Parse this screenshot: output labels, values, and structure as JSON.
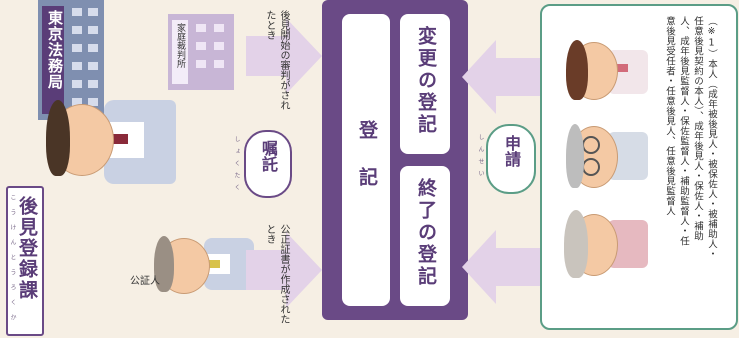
{
  "title": {
    "text": "後見登録課",
    "ruby": "こうけんとうろくか"
  },
  "bureau": {
    "label": "東京法務局"
  },
  "court": {
    "label": "家庭裁判所"
  },
  "triggers": {
    "court_decision": "後見開始の審判がされたとき",
    "notary_deed": "公正証書が作成されたとき"
  },
  "notary": {
    "label": "公証人"
  },
  "commission": {
    "label": "嘱託",
    "ruby": "しょくたく"
  },
  "registry": {
    "header": "登記",
    "change": "変更の登記",
    "end": "終了の登記"
  },
  "application": {
    "label": "申請",
    "ruby": "しんせい"
  },
  "note": {
    "lines": [
      "（※1）本人（成年被後見人・被保佐人・被補助人・",
      "任意後見契約の本人）、成年後見人・保佐人・補助",
      "人、成年後見監督人・保佐監督人・補助監督人・任",
      "意後見受任者・任意後見人、任意後見監督人"
    ]
  },
  "colors": {
    "purple": "#6a4a86",
    "green": "#5b9d86",
    "arrow": "#e3d2e8",
    "background": "#f6efe4"
  }
}
